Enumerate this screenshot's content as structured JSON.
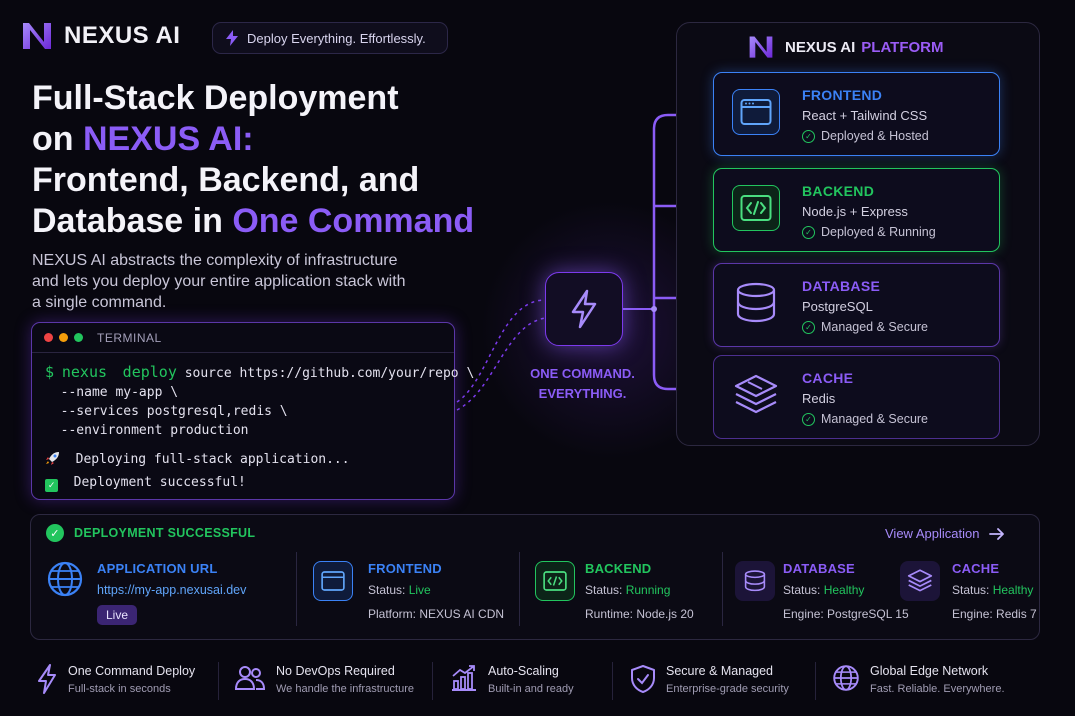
{
  "brand": {
    "name": "NEXUS AI",
    "tagline": "Deploy Everything. Effortlessly."
  },
  "headline": {
    "line1": "Full-Stack Deployment",
    "line2_prefix": "on ",
    "line2_accent": "NEXUS AI:",
    "line3": "Frontend, Backend, and",
    "line4_prefix": "Database in ",
    "line4_accent": "One Command"
  },
  "subtext": "NEXUS AI abstracts the complexity of infrastructure and lets you deploy your entire application stack with a single command.",
  "terminal": {
    "title": "TERMINAL",
    "prompt": "$",
    "cmd1": "nexus",
    "cmd2": "deploy",
    "cmd_rest": "source https://github.com/your/repo \\",
    "line2": "  --name my-app \\",
    "line3": "  --services postgresql,redis \\",
    "line4": "  --environment production",
    "status1": "Deploying full-stack application...",
    "status2": "Deployment successful!"
  },
  "center": {
    "label_line1": "ONE COMMAND.",
    "label_line2": "EVERYTHING."
  },
  "platform": {
    "title": "NEXUS AI",
    "title_accent": "PLATFORM",
    "services": [
      {
        "name": "FRONTEND",
        "tech": "React + Tailwind CSS",
        "status": "Deployed & Hosted",
        "color": "#3b82f6"
      },
      {
        "name": "BACKEND",
        "tech": "Node.js + Express",
        "status": "Deployed & Running",
        "color": "#22c55e"
      },
      {
        "name": "DATABASE",
        "tech": "PostgreSQL",
        "status": "Managed & Secure",
        "color": "#8b5cf6"
      },
      {
        "name": "CACHE",
        "tech": "Redis",
        "status": "Managed & Secure",
        "color": "#8b5cf6"
      }
    ]
  },
  "deployment": {
    "header": "DEPLOYMENT SUCCESSFUL",
    "view_link": "View Application",
    "app": {
      "title": "APPLICATION URL",
      "url": "https://my-app.nexusai.dev",
      "badge": "Live"
    },
    "frontend": {
      "title": "FRONTEND",
      "status_label": "Status: ",
      "status": "Live",
      "detail": "Platform: NEXUS AI CDN"
    },
    "backend": {
      "title": "BACKEND",
      "status_label": "Status: ",
      "status": "Running",
      "detail": "Runtime: Node.js 20"
    },
    "database": {
      "title": "DATABASE",
      "status_label": "Status: ",
      "status": "Healthy",
      "detail": "Engine: PostgreSQL 15"
    },
    "cache": {
      "title": "CACHE",
      "status_label": "Status: ",
      "status": "Healthy",
      "detail": "Engine: Redis 7"
    }
  },
  "features": [
    {
      "title": "One Command Deploy",
      "sub": "Full-stack in seconds",
      "icon": "bolt-icon"
    },
    {
      "title": "No DevOps Required",
      "sub": "We handle the infrastructure",
      "icon": "users-icon"
    },
    {
      "title": "Auto-Scaling",
      "sub": "Built-in and ready",
      "icon": "chart-icon"
    },
    {
      "title": "Secure & Managed",
      "sub": "Enterprise-grade security",
      "icon": "shield-icon"
    },
    {
      "title": "Global Edge Network",
      "sub": "Fast. Reliable. Everywhere.",
      "icon": "globe-icon"
    }
  ],
  "colors": {
    "accent": "#8b5cf6",
    "success": "#22c55e",
    "frontend": "#3b82f6",
    "background": "#08070f"
  }
}
